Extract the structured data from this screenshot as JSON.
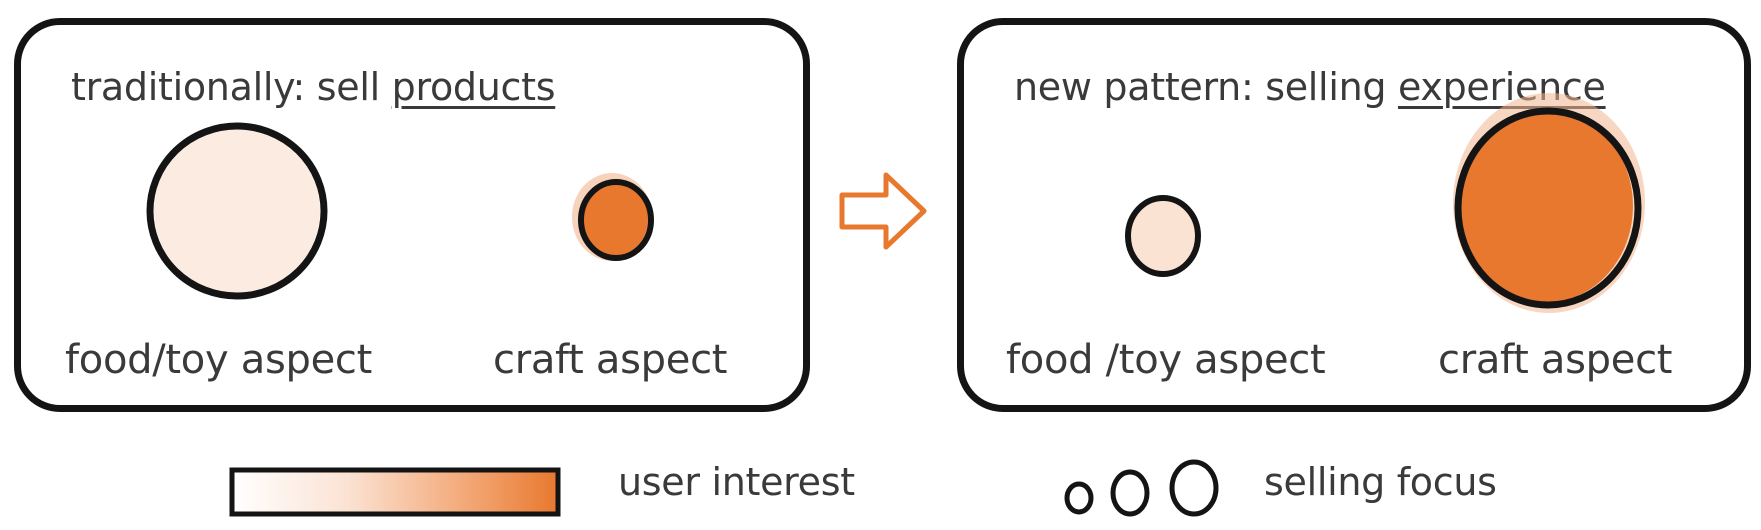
{
  "left_panel": {
    "title_prefix": "traditionally: sell ",
    "title_emphasis": "products",
    "label_food": "food/toy aspect",
    "label_craft": "craft aspect"
  },
  "right_panel": {
    "title_prefix": "new pattern: selling ",
    "title_emphasis": "experience",
    "label_food": "food /toy aspect",
    "label_craft": "craft aspect"
  },
  "legend": {
    "gradient_label": "user interest",
    "circles_label": "selling focus"
  },
  "colors": {
    "accent": "#E8782E",
    "light_fill": "#FBE3D4",
    "outline": "#141414",
    "text": "#3a3a3a"
  },
  "icons": [
    "right-arrow-icon",
    "gradient-bar-icon",
    "circle-size-icon"
  ]
}
